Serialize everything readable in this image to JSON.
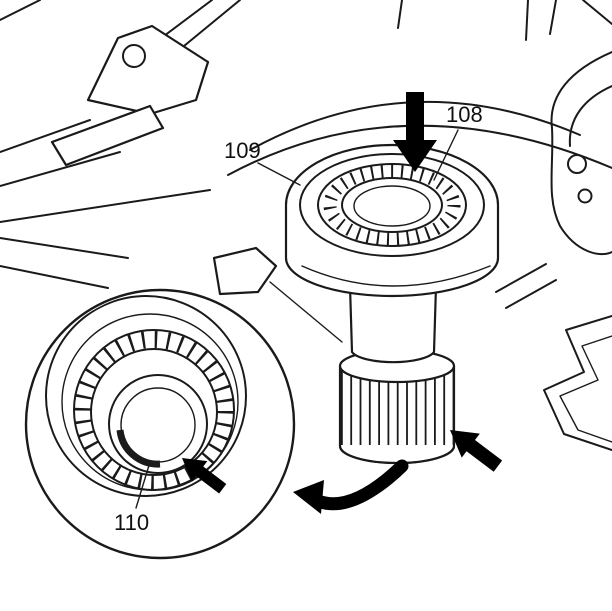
{
  "figure": {
    "kind": "technical-illustration",
    "callouts": [
      {
        "label": "108",
        "target": "internal-splines-of-hub"
      },
      {
        "label": "109",
        "target": "hub-outer-ring"
      },
      {
        "label": "110",
        "target": "splined-bore-detail"
      }
    ],
    "icons": {
      "down_arrow": "filled down arrow (press here)",
      "insert_arrow": "filled diagonal arrow (insert direction)",
      "inset_arrow": "filled diagonal arrow (bore detail)",
      "rotate_arrow": "curved arrow to magnified inset",
      "detail_inset": "magnifier circle"
    },
    "colors": {
      "line": "#1a1a1a",
      "background": "#ffffff",
      "arrow_fill": "#000000"
    }
  }
}
